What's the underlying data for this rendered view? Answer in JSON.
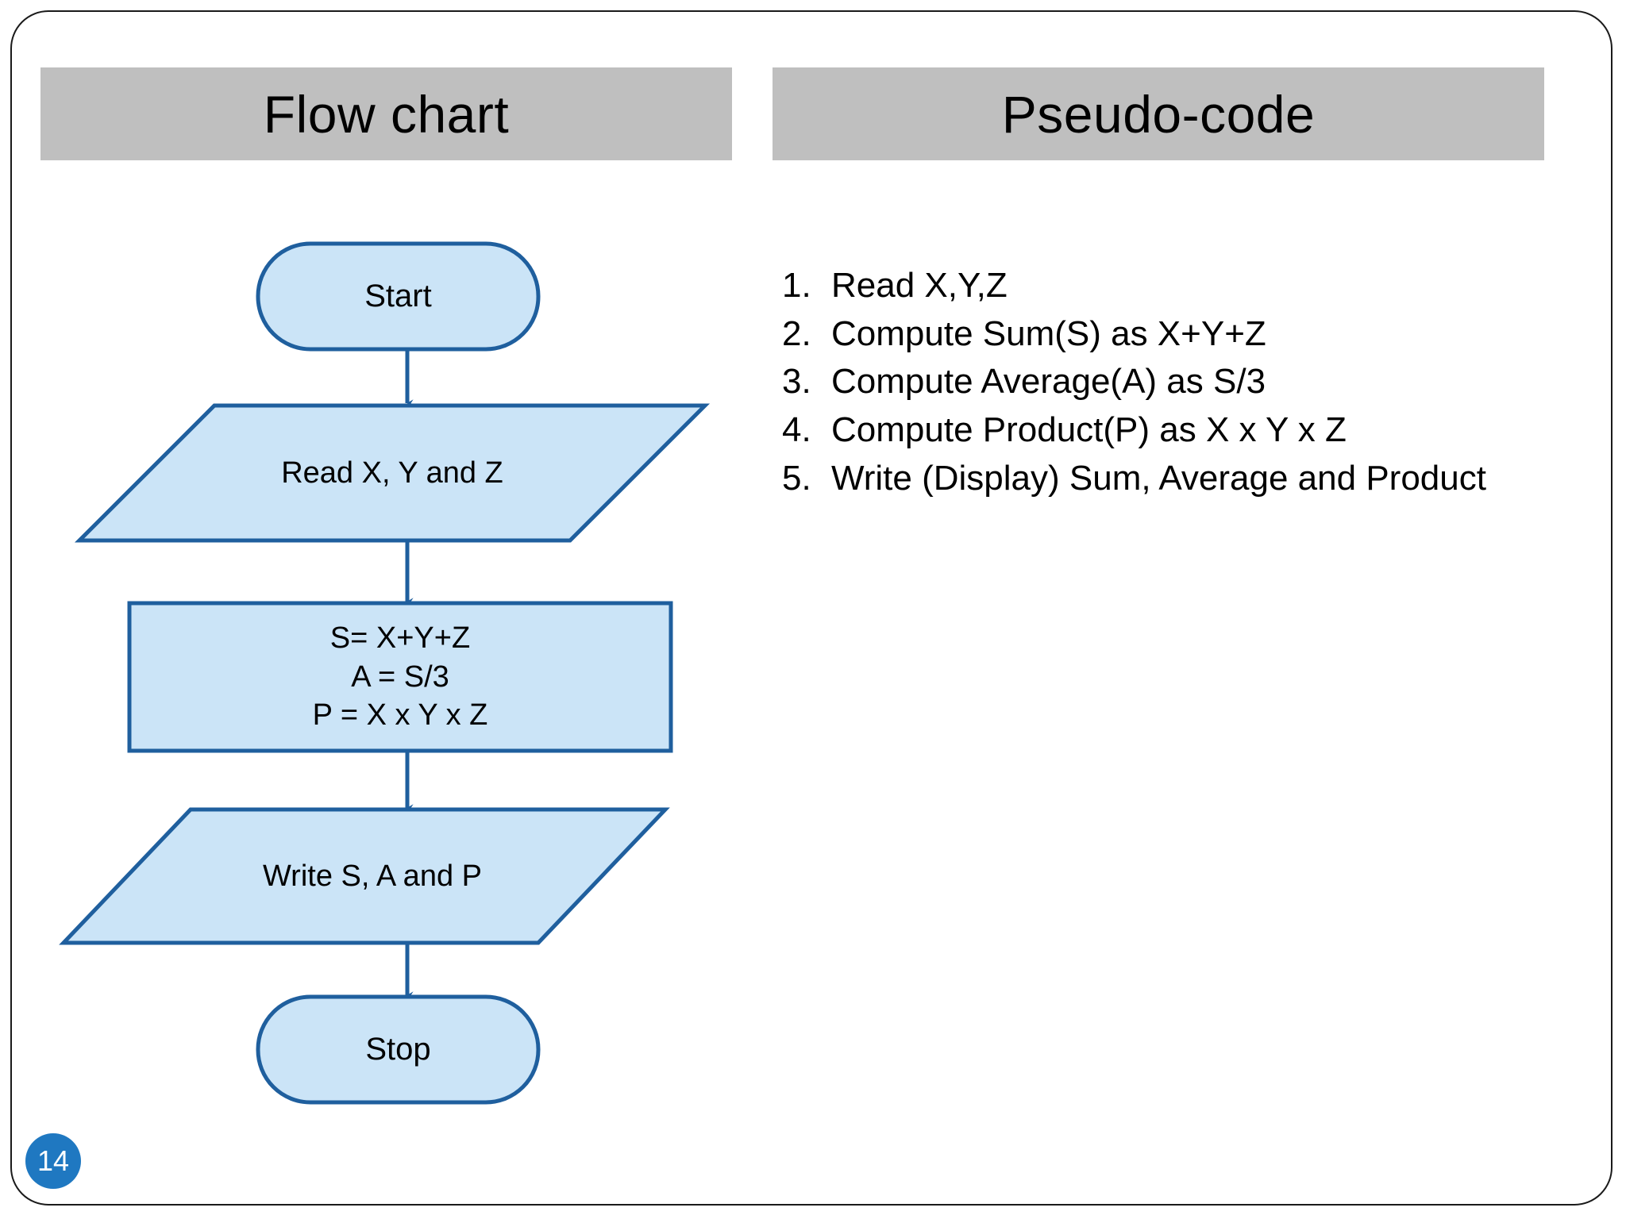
{
  "slide": {
    "page_number": "14",
    "border_color": "#1a1a1a",
    "background": "#ffffff"
  },
  "columns": {
    "left_header": "Flow chart",
    "right_header": "Pseudo-code",
    "header_background": "#bfbfbf"
  },
  "flowchart": {
    "shape_fill": "#cbe4f7",
    "shape_stroke": "#1f5f9e",
    "connector_color": "#1f5f9e",
    "nodes": [
      {
        "id": "start",
        "type": "terminator",
        "label": "Start"
      },
      {
        "id": "read",
        "type": "input-output",
        "label": "Read X, Y and Z"
      },
      {
        "id": "compute",
        "type": "process",
        "lines": [
          "S= X+Y+Z",
          "A = S/3",
          "P = X x Y x Z"
        ]
      },
      {
        "id": "write",
        "type": "input-output",
        "label": "Write S, A and P"
      },
      {
        "id": "stop",
        "type": "terminator",
        "label": "Stop"
      }
    ],
    "edges": [
      {
        "from": "start",
        "to": "read"
      },
      {
        "from": "read",
        "to": "compute"
      },
      {
        "from": "compute",
        "to": "write"
      },
      {
        "from": "write",
        "to": "stop"
      }
    ]
  },
  "pseudocode": {
    "items": [
      {
        "number": "1.",
        "text": "Read X,Y,Z"
      },
      {
        "number": "2.",
        "text": "Compute Sum(S) as X+Y+Z"
      },
      {
        "number": "3.",
        "text": "Compute Average(A) as S/3"
      },
      {
        "number": "4.",
        "text": "Compute Product(P) as X x Y x Z"
      },
      {
        "number": "5.",
        "text": "Write (Display) Sum, Average and Product"
      }
    ]
  }
}
